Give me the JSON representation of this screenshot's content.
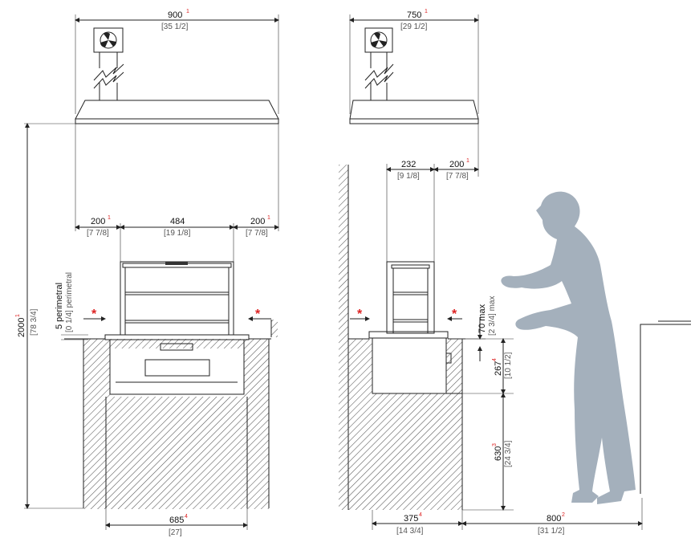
{
  "colors": {
    "line": "#222222",
    "accent": "#dd2222",
    "silhouette": "#a4b0bc",
    "hatch": "#555555"
  },
  "icons": [
    "fan-icon"
  ],
  "front": {
    "width_top": "900",
    "width_top_sup": "1",
    "width_top_in": "[35 1/2]",
    "left_margin": "200",
    "left_margin_sup": "1",
    "left_margin_in": "[7 7/8]",
    "center": "484",
    "center_in": "[19 1/8]",
    "right_margin": "200",
    "right_margin_sup": "1",
    "right_margin_in": "[7 7/8]",
    "height": "2000",
    "height_sup": "1",
    "height_in": "[78 3/4]",
    "perimetral": "5 perimetral",
    "perimetral_in": "[0 1/4] perimetral",
    "bottom": "685",
    "bottom_sup": "4",
    "bottom_in": "[27]",
    "star": "*"
  },
  "side": {
    "width_top": "750",
    "width_top_sup": "1",
    "width_top_in": "[29 1/2]",
    "inner": "232",
    "inner_in": "[9 1/8]",
    "right_margin": "200",
    "right_margin_sup": "1",
    "right_margin_in": "[7 7/8]",
    "max": "70 max",
    "max_in": "[2 3/4] max",
    "depth": "267",
    "depth_sup": "4",
    "depth_in": "[10 1/2]",
    "counter": "630",
    "counter_sup": "3",
    "counter_in": "[24 3/4]",
    "bottom": "375",
    "bottom_sup": "4",
    "bottom_in": "[14 3/4]",
    "distance": "800",
    "distance_sup": "2",
    "distance_in": "[31 1/2]",
    "star": "*"
  }
}
